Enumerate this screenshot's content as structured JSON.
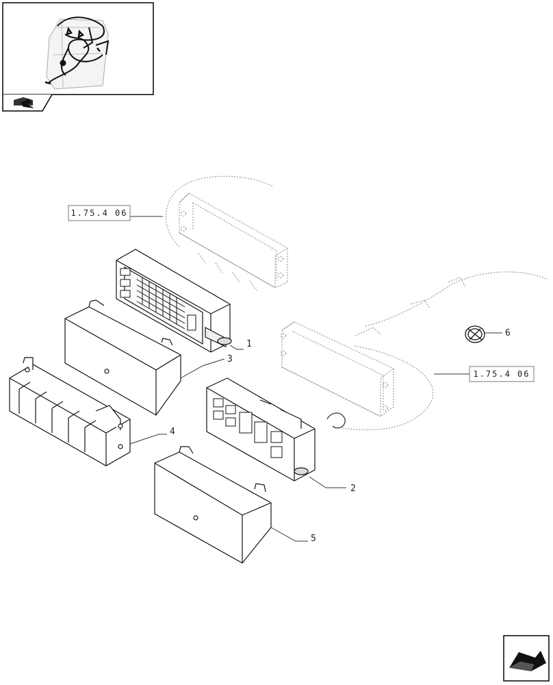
{
  "diagram": {
    "callouts": [
      {
        "id": "1",
        "label": "1"
      },
      {
        "id": "2",
        "label": "2"
      },
      {
        "id": "3",
        "label": "3"
      },
      {
        "id": "4",
        "label": "4"
      },
      {
        "id": "5",
        "label": "5"
      },
      {
        "id": "6",
        "label": "6"
      }
    ],
    "references": [
      {
        "id": "ref-a",
        "label": "1.75.4 06"
      },
      {
        "id": "ref-b",
        "label": "1.75.4 06"
      }
    ]
  },
  "icons": {
    "thumbnail": "wiring-harness-thumbnail",
    "book": "book-arrow-icon",
    "next": "next-page-arrow-icon"
  }
}
